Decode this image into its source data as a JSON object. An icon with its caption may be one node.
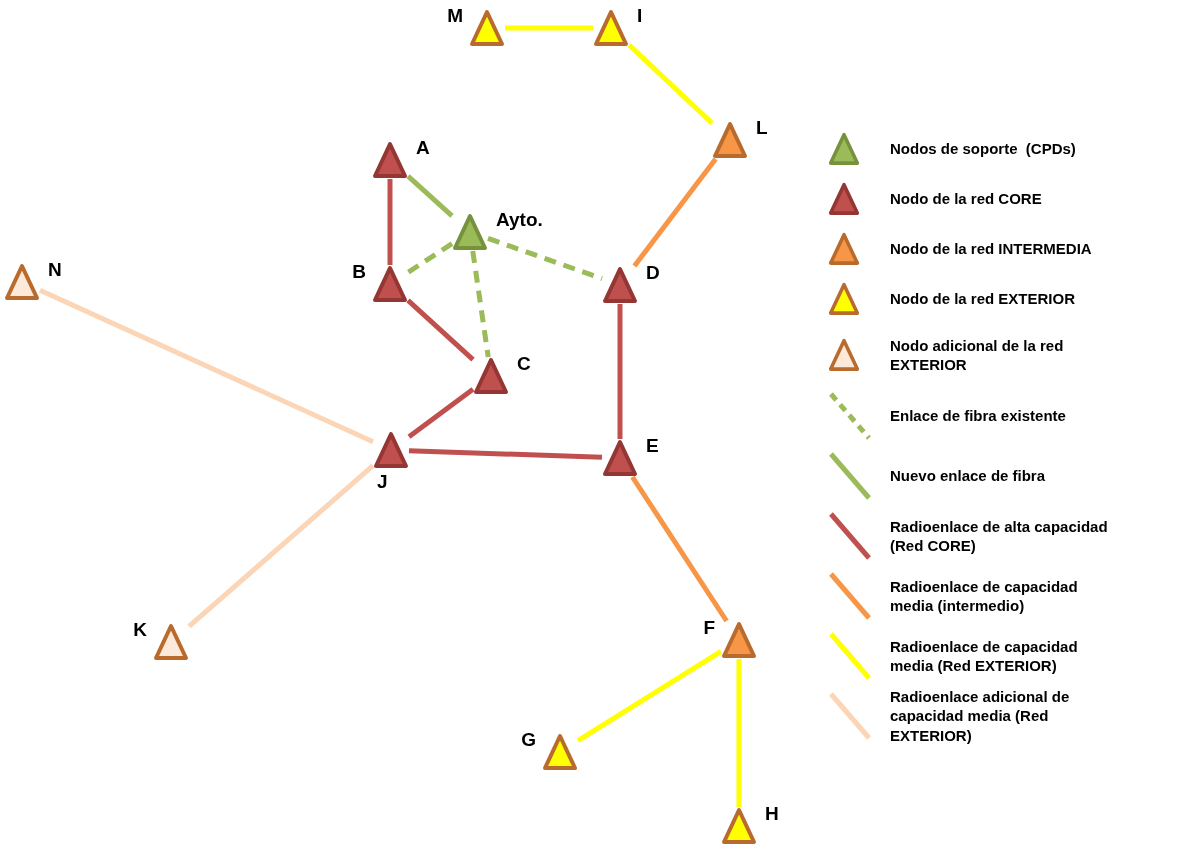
{
  "diagram": {
    "nodes": [
      {
        "text": [
          "M"
        ]
      },
      {
        "text": [
          "I"
        ]
      },
      {
        "text": [
          "L"
        ]
      },
      {
        "text": [
          "A"
        ]
      },
      {
        "text": [
          "Ayto."
        ]
      },
      {
        "text": [
          "B"
        ]
      },
      {
        "text": [
          "D"
        ]
      },
      {
        "text": [
          "N"
        ]
      },
      {
        "text": [
          "C"
        ]
      },
      {
        "text": [
          "J"
        ]
      },
      {
        "text": [
          "E"
        ]
      },
      {
        "text": [
          "K"
        ]
      },
      {
        "text": [
          "F"
        ]
      },
      {
        "text": [
          "G"
        ]
      },
      {
        "text": [
          "H"
        ]
      }
    ],
    "edges": [
      {
        "from": 0,
        "to": 1,
        "arrow": "none",
        "color": "#ffff00"
      },
      {
        "from": 1,
        "to": 2,
        "arrow": "none",
        "color": "#ffff00"
      },
      {
        "from": 2,
        "to": 6,
        "arrow": "none",
        "color": "#f79646"
      },
      {
        "from": 3,
        "to": 4,
        "arrow": "none",
        "color": "#9bbb59"
      },
      {
        "from": 4,
        "to": 5,
        "arrow": "none",
        "color": "#9bbb59",
        "style": "dashed"
      },
      {
        "from": 4,
        "to": 6,
        "arrow": "none",
        "color": "#9bbb59",
        "style": "dashed"
      },
      {
        "from": 4,
        "to": 8,
        "arrow": "none",
        "color": "#9bbb59",
        "style": "dashed"
      },
      {
        "from": 3,
        "to": 5,
        "arrow": "none",
        "color": "#c0504d"
      },
      {
        "from": 5,
        "to": 8,
        "arrow": "none",
        "color": "#c0504d"
      },
      {
        "from": 8,
        "to": 9,
        "arrow": "none",
        "color": "#c0504d"
      },
      {
        "from": 9,
        "to": 10,
        "arrow": "none",
        "color": "#c0504d"
      },
      {
        "from": 6,
        "to": 10,
        "arrow": "none",
        "color": "#c0504d"
      },
      {
        "from": 7,
        "to": 9,
        "arrow": "none",
        "color": "#fbd5b5"
      },
      {
        "from": 11,
        "to": 9,
        "arrow": "none",
        "color": "#fbd5b5"
      },
      {
        "from": 10,
        "to": 12,
        "arrow": "none",
        "color": "#f79646"
      },
      {
        "from": 12,
        "to": 13,
        "arrow": "none",
        "color": "#ffff00"
      },
      {
        "from": 12,
        "to": 14,
        "arrow": "none",
        "color": "#ffff00"
      }
    ],
    "legend": [
      {
        "text": "Nodos de soporte  (CPDs)",
        "color": "#9bbb59"
      },
      {
        "text": "Nodo de la red CORE",
        "color": "#c0504d"
      },
      {
        "text": "Nodo de la red INTERMEDIA",
        "color": "#f79646"
      },
      {
        "text": "Nodo de la red EXTERIOR",
        "color": "#ffff00"
      },
      {
        "text": "Nodo adicional de la red EXTERIOR",
        "color": "#fde9d9"
      },
      {
        "text": "Enlace de fibra existente",
        "color": "#9bbb59"
      },
      {
        "text": "Nuevo enlace de fibra",
        "color": "#9bbb59"
      },
      {
        "text": "Radioenlace de alta capacidad (Red CORE)",
        "color": "#c0504d"
      },
      {
        "text": "Radioenlace de capacidad media (intermedio)",
        "color": "#f79646"
      },
      {
        "text": "Radioenlace de capacidad media (Red EXTERIOR)",
        "color": "#ffff00"
      },
      {
        "text": "Radioenlace adicional de capacidad media (Red EXTERIOR)",
        "color": "#fbd5b5"
      }
    ]
  }
}
